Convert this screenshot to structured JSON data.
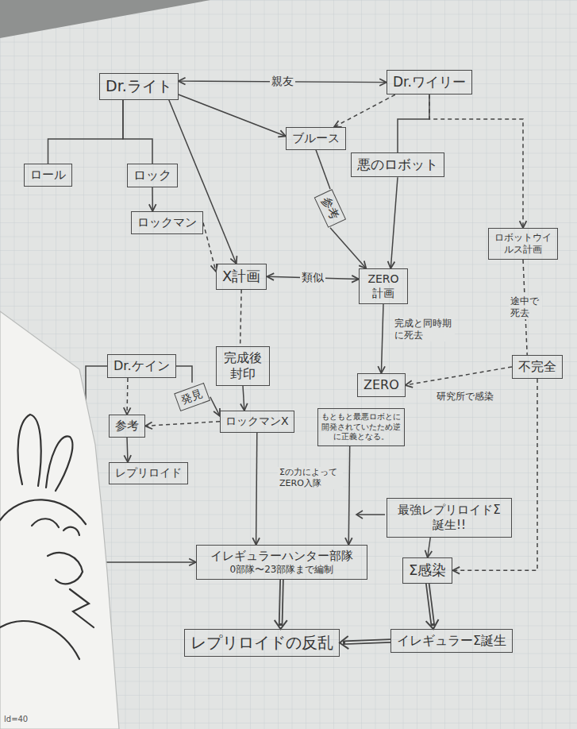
{
  "diagram": {
    "nodes": [
      {
        "text": [
          "Dr.ライト"
        ]
      },
      {
        "text": [
          "Dr.ワイリー"
        ]
      },
      {
        "text": [
          "ブルース"
        ]
      },
      {
        "text": [
          "ロール"
        ]
      },
      {
        "text": [
          "ロック"
        ]
      },
      {
        "text": [
          "悪のロボット"
        ]
      },
      {
        "text": [
          "参考"
        ]
      },
      {
        "text": [
          "ロックマン"
        ]
      },
      {
        "text": [
          "ロボットウイルス計画"
        ]
      },
      {
        "text": [
          "X計画"
        ]
      },
      {
        "text": [
          "ZERO計画"
        ]
      },
      {
        "text": [
          "完成後封印"
        ]
      },
      {
        "text": [
          "Dr.ケイン"
        ]
      },
      {
        "text": [
          "ZERO"
        ]
      },
      {
        "text": [
          "不完全"
        ]
      },
      {
        "text": [
          "発見"
        ]
      },
      {
        "text": [
          "もともと最悪ロボとに開発されていたため逆に正義となる。"
        ]
      },
      {
        "text": [
          "ロックマンX"
        ]
      },
      {
        "text": [
          "参考"
        ]
      },
      {
        "text": [
          "レプリロイド"
        ]
      },
      {
        "text": [
          "最強レプリロイドΣ誕生!!"
        ]
      },
      {
        "text": [
          "イレギュラーハンター部隊",
          "0部隊〜23部隊まで編制"
        ]
      },
      {
        "text": [
          "Σ感染"
        ]
      },
      {
        "text": [
          "レプリロイドの反乱"
        ]
      },
      {
        "text": [
          "イレギュラーΣ誕生"
        ]
      }
    ],
    "edges": [
      {
        "from": 0,
        "to": 1,
        "label": "親友",
        "arrow": "both"
      },
      {
        "from": 0,
        "to": 3,
        "arrow": "none"
      },
      {
        "from": 0,
        "to": 4,
        "arrow": "none"
      },
      {
        "from": 0,
        "to": 2,
        "arrow": "to"
      },
      {
        "from": 1,
        "to": 2,
        "arrow": "to"
      },
      {
        "from": 0,
        "to": 9,
        "arrow": "to"
      },
      {
        "from": 4,
        "to": 7,
        "arrow": "to"
      },
      {
        "from": 7,
        "to": 9,
        "arrow": "to"
      },
      {
        "from": 1,
        "to": 5,
        "arrow": "none"
      },
      {
        "from": 1,
        "to": 8,
        "arrow": "to"
      },
      {
        "from": 2,
        "to": 6,
        "arrow": "none"
      },
      {
        "from": 6,
        "to": 10,
        "arrow": "to"
      },
      {
        "from": 5,
        "to": 10,
        "arrow": "to"
      },
      {
        "from": 9,
        "to": 10,
        "label": "類似",
        "arrow": "both"
      },
      {
        "from": 10,
        "to": 13,
        "label": "完成と同時期に死去",
        "arrow": "to"
      },
      {
        "from": 8,
        "to": 14,
        "label": "途中で死去",
        "arrow": "none"
      },
      {
        "from": 14,
        "to": 13,
        "label": "研究所で感染",
        "arrow": "to"
      },
      {
        "from": 14,
        "to": 22,
        "arrow": "to"
      },
      {
        "from": 9,
        "to": 11,
        "arrow": "none"
      },
      {
        "from": 11,
        "to": 17,
        "arrow": "to"
      },
      {
        "from": 12,
        "to": 15,
        "arrow": "none"
      },
      {
        "from": 15,
        "to": 17,
        "arrow": "to"
      },
      {
        "from": 17,
        "to": 18,
        "arrow": "to"
      },
      {
        "from": 12,
        "to": 18,
        "arrow": "to"
      },
      {
        "from": 18,
        "to": 19,
        "arrow": "to"
      },
      {
        "from": 12,
        "to": 21,
        "arrow": "to"
      },
      {
        "from": 17,
        "to": 21,
        "arrow": "to"
      },
      {
        "from": 16,
        "to": 21,
        "arrow": "to"
      },
      {
        "from": 20,
        "to": 22,
        "arrow": "to"
      },
      {
        "from": 22,
        "to": 24,
        "arrow": "to"
      },
      {
        "from": 21,
        "to": 23,
        "arrow": "to"
      },
      {
        "from": 24,
        "to": 23,
        "arrow": "to"
      }
    ],
    "labels": [
      "Σの力によってZERO入隊",
      "ld=40"
    ]
  }
}
